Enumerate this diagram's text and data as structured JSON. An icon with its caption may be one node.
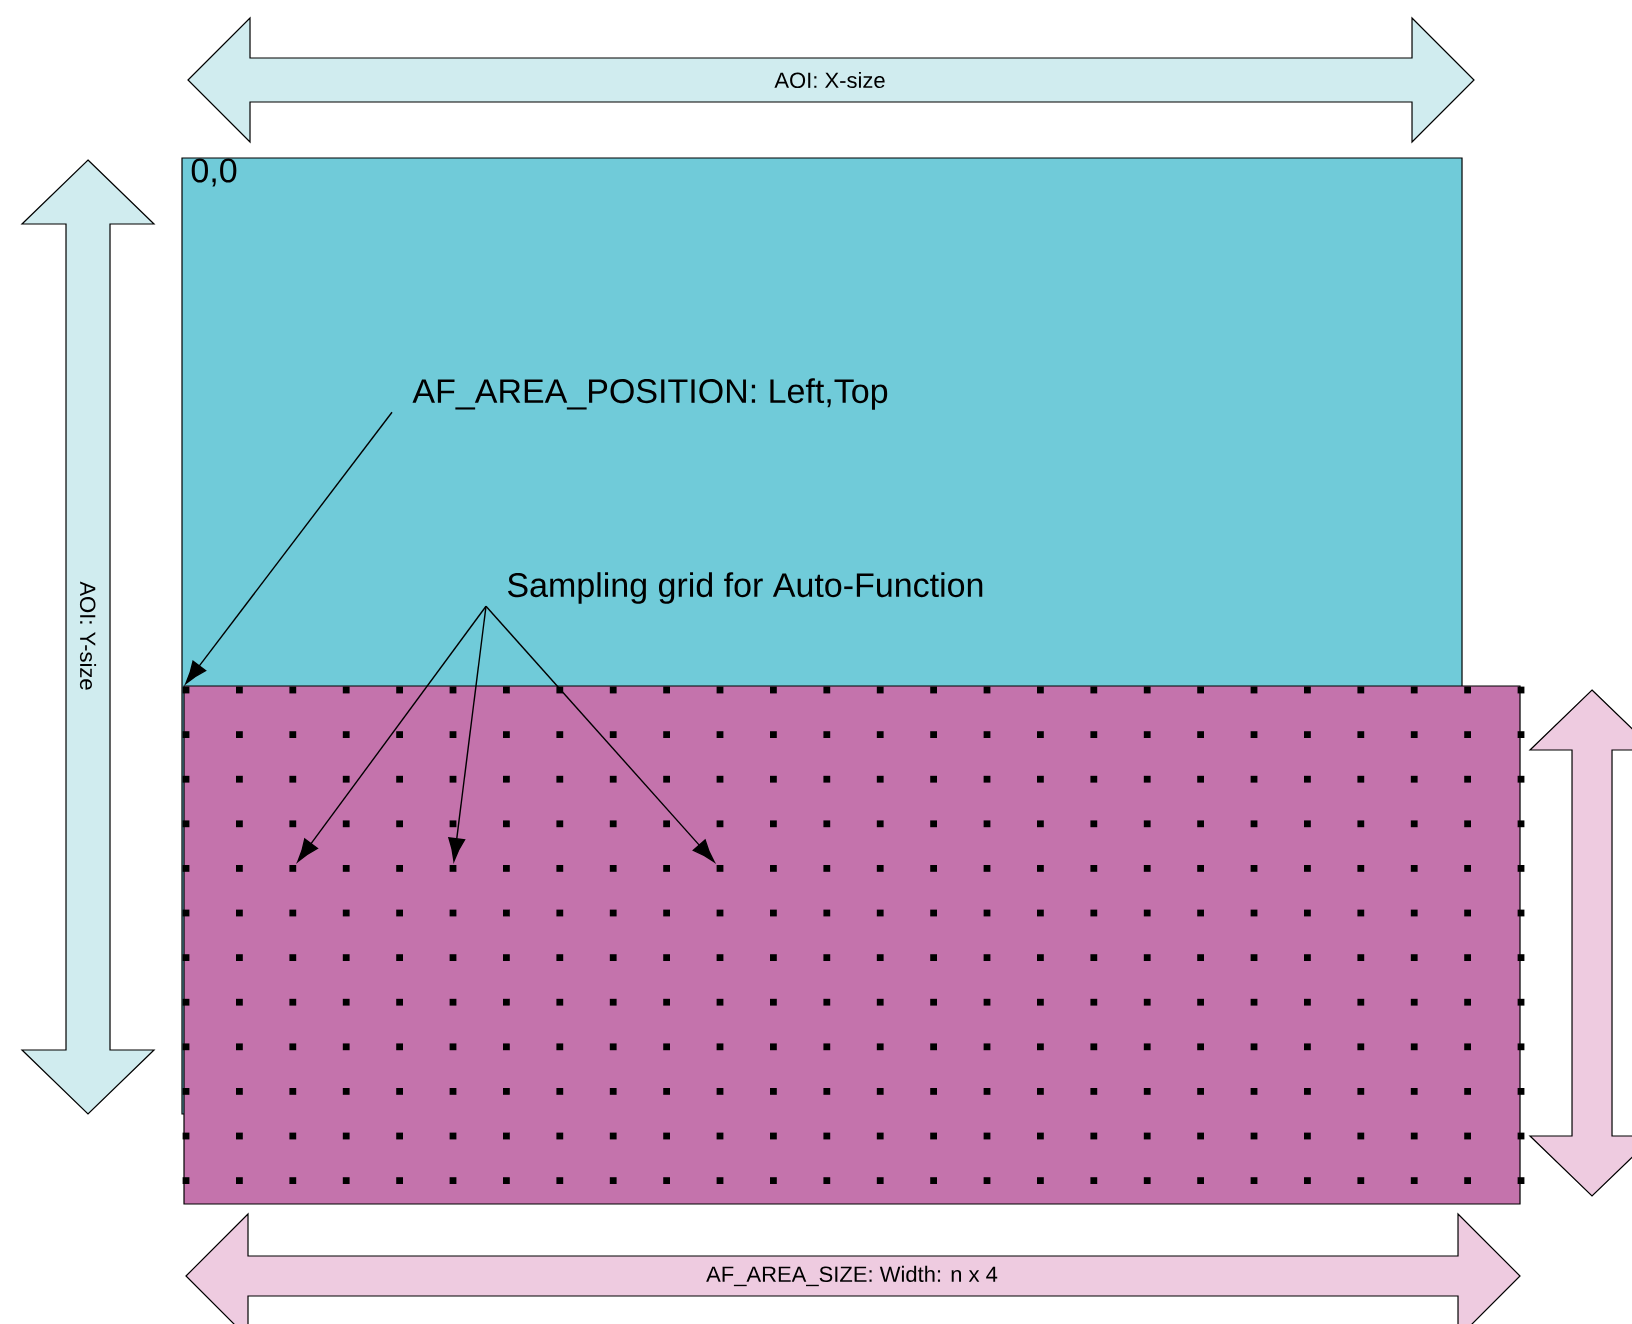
{
  "diagram": {
    "nodes": [
      {
        "text": [
          "0,0"
        ]
      },
      {
        "text": [],
        "shape": "box"
      },
      {
        "text": [
          "AF_AREA_POSITION: Left,Top"
        ],
        "in": 0
      },
      {
        "text": [
          "Sampling grid for Auto-Function"
        ],
        "in": 0
      },
      {
        "text": [],
        "shape": "dot"
      },
      {
        "text": [],
        "shape": "dot"
      },
      {
        "text": [],
        "shape": "dot"
      }
    ],
    "edges": [
      {
        "from": 2,
        "to": 1,
        "arrow": "to"
      },
      {
        "from": 3,
        "to": 4,
        "arrow": "to"
      },
      {
        "from": 3,
        "to": 5,
        "arrow": "to"
      },
      {
        "from": 3,
        "to": 6,
        "arrow": "to"
      }
    ],
    "labels": [
      "AOI: X-size",
      "AOI: Y-size",
      "AF_AREA_SIZE: Width: n x 4"
    ]
  }
}
